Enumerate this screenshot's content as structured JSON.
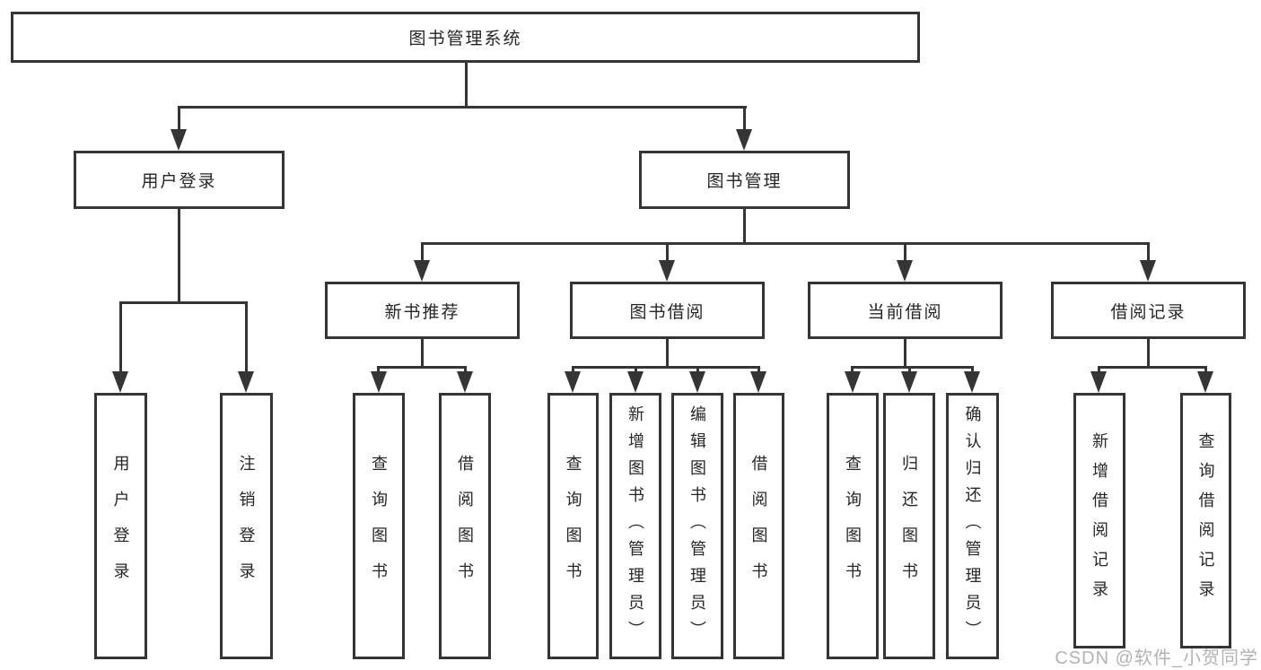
{
  "diagram": {
    "tree": {
      "label": "图书管理系统",
      "children": [
        {
          "label": "用户登录",
          "children": [
            {
              "label": "用户登录"
            },
            {
              "label": "注销登录"
            }
          ]
        },
        {
          "label": "图书管理",
          "children": [
            {
              "label": "新书推荐",
              "children": [
                {
                  "label": "查询图书"
                },
                {
                  "label": "借阅图书"
                }
              ]
            },
            {
              "label": "图书借阅",
              "children": [
                {
                  "label": "查询图书"
                },
                {
                  "label": "新增图书（管理员）"
                },
                {
                  "label": "编辑图书（管理员）"
                },
                {
                  "label": "借阅图书"
                }
              ]
            },
            {
              "label": "当前借阅",
              "children": [
                {
                  "label": "查询图书"
                },
                {
                  "label": "归还图书"
                },
                {
                  "label": "确认归还（管理员）"
                }
              ]
            },
            {
              "label": "借阅记录",
              "children": [
                {
                  "label": "新增借阅记录"
                },
                {
                  "label": "查询借阅记录"
                }
              ]
            }
          ]
        }
      ]
    },
    "colors": {
      "line": "#353535",
      "text": "#262626",
      "watermark": "#b3b3b3",
      "background": "#ffffff"
    }
  },
  "watermark": {
    "text": "CSDN @软件_小贺同学"
  }
}
